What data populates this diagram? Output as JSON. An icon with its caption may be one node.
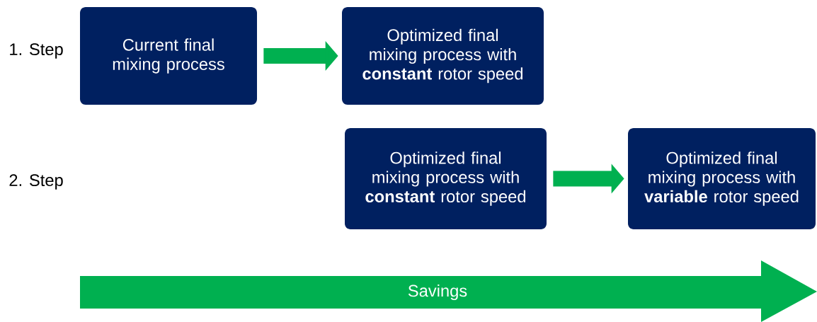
{
  "diagram": {
    "nodes": [
      {
        "text": [
          "Current final mixing process"
        ]
      },
      {
        "text": [
          "Optimized final mixing process with **constant** rotor speed"
        ]
      },
      {
        "text": [
          "Optimized final mixing process with **constant** rotor speed"
        ]
      },
      {
        "text": [
          "Optimized final mixing process with **variable** rotor speed"
        ]
      },
      {
        "text": [
          "Savings"
        ]
      }
    ],
    "edges": [
      {
        "from": 0,
        "to": 1,
        "arrow": "to"
      },
      {
        "from": 2,
        "to": 3,
        "arrow": "to"
      }
    ],
    "labels": [
      "1. Step",
      "2. Step"
    ]
  }
}
